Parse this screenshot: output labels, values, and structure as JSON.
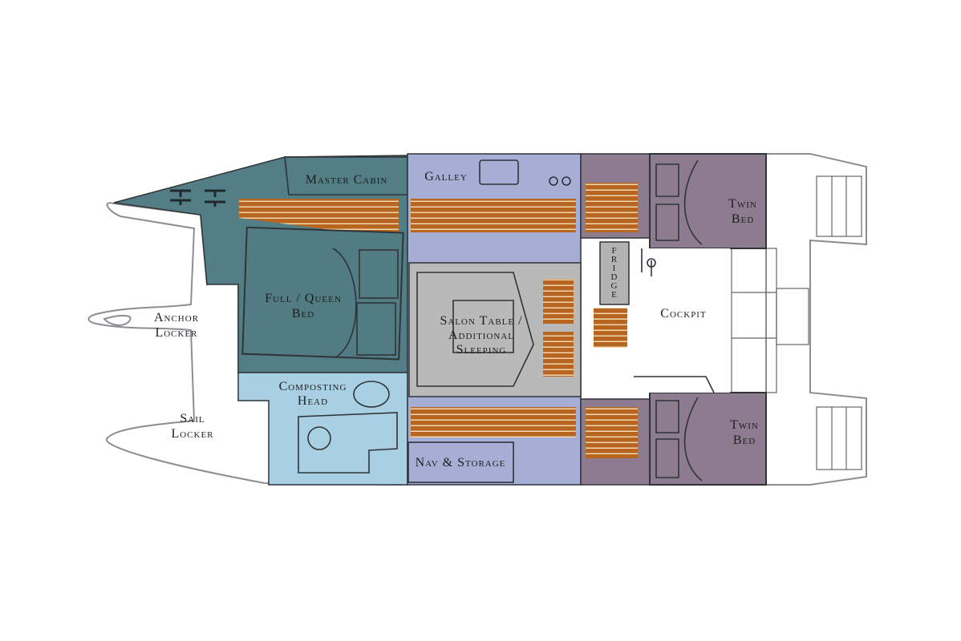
{
  "title": "Catamaran floor plan",
  "colors": {
    "master_cabin": "#537e85",
    "head": "#a8d0e2",
    "salon_sides": "#a7aed6",
    "salon_center": "#b9b9b9",
    "aft_cabins": "#8d7c8f",
    "wood": "#b8651f"
  },
  "labels": {
    "master_cabin": "Master Cabin",
    "galley": "Galley",
    "full_queen_bed": [
      "Full / Queen",
      "Bed"
    ],
    "anchor_locker": [
      "Anchor",
      "Locker"
    ],
    "sail_locker": [
      "Sail",
      "Locker"
    ],
    "composting_head": [
      "Composting",
      "Head"
    ],
    "salon_table": [
      "Salon Table /",
      "Additional",
      "Sleeping"
    ],
    "fridge": [
      "F",
      "R",
      "I",
      "D",
      "G",
      "E"
    ],
    "cockpit": "Cockpit",
    "twin_bed_top": [
      "Twin",
      "Bed"
    ],
    "twin_bed_bottom": [
      "Twin",
      "Bed"
    ],
    "nav_storage": "Nav & Storage"
  }
}
